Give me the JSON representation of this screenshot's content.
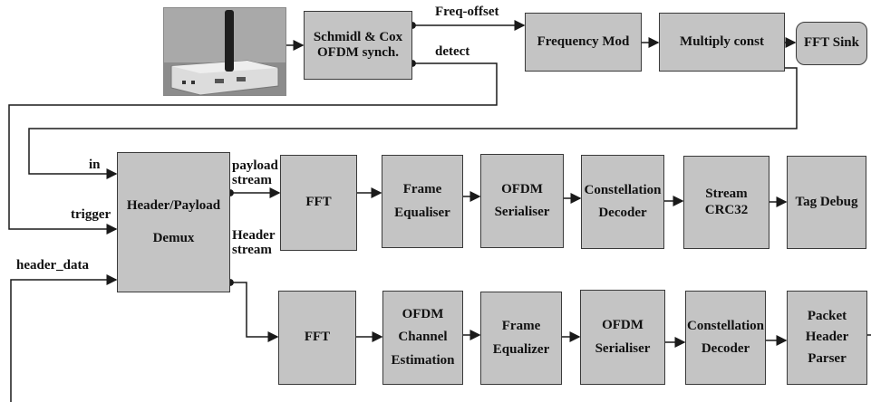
{
  "blocks": {
    "schmidl": [
      "Schmidl & Cox",
      "OFDM synch."
    ],
    "freq_mod": [
      "Frequency Mod"
    ],
    "mult_const": [
      "Multiply const"
    ],
    "fft_sink": [
      "FFT Sink"
    ],
    "demux": [
      "Header/Payload",
      "Demux"
    ],
    "fft1": [
      "FFT"
    ],
    "frame_eq1": [
      "Frame",
      "Equaliser"
    ],
    "ofdm_ser1": [
      "OFDM",
      "Serialiser"
    ],
    "const_dec1": [
      "Constellation",
      "Decoder"
    ],
    "crc32": [
      "Stream CRC32"
    ],
    "tag_debug": [
      "Tag Debug"
    ],
    "fft2": [
      "FFT"
    ],
    "chan_est": [
      "OFDM",
      "Channel",
      "Estimation"
    ],
    "frame_eq2": [
      "Frame",
      "Equalizer"
    ],
    "ofdm_ser2": [
      "OFDM",
      "Serialiser"
    ],
    "const_dec2": [
      "Constellation",
      "Decoder"
    ],
    "pkt_parser": [
      "Packet",
      "Header",
      "Parser"
    ]
  },
  "labels": {
    "freq_offset": "Freq-offset",
    "detect": "detect",
    "in": "in",
    "trigger": "trigger",
    "header_data": "header_data",
    "payload_stream": [
      "payload",
      "stream"
    ],
    "header_stream": [
      "Header",
      "stream"
    ]
  },
  "colors": {
    "block_fill": "#c4c4c4",
    "block_border": "#3a3a3a",
    "line": "#1a1a1a"
  }
}
